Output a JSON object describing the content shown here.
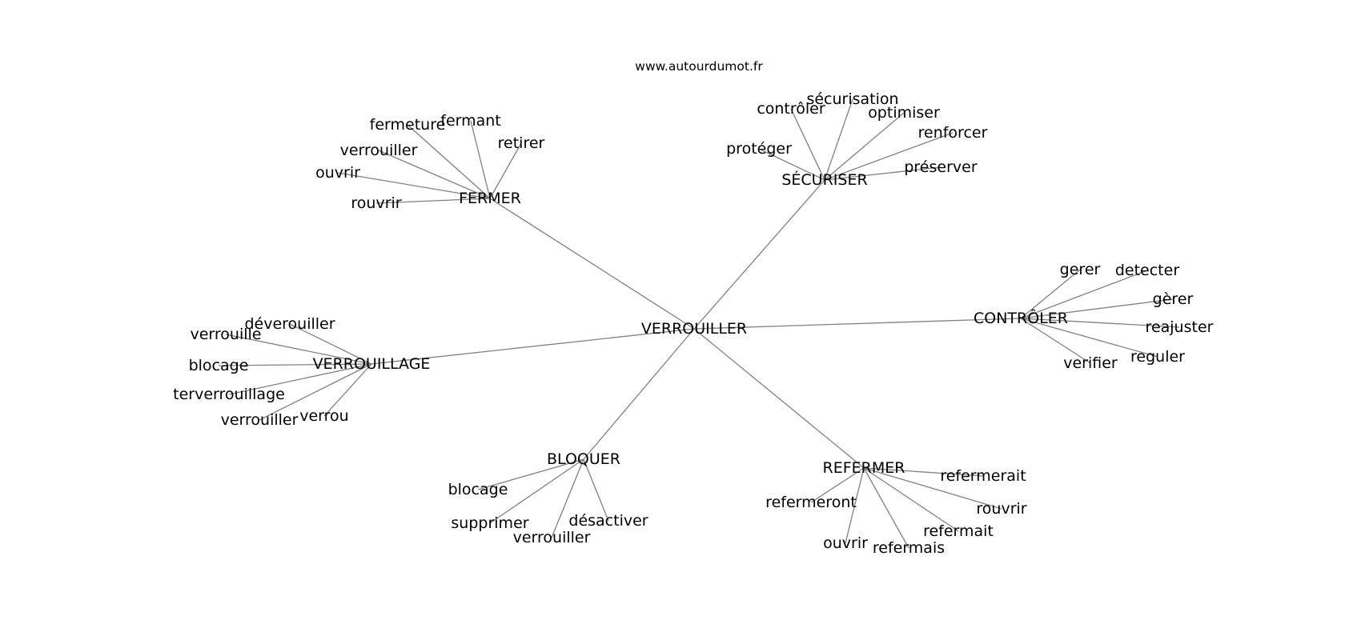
{
  "site": "www.autourdumot.fr",
  "center": "VERROUILLER",
  "groups": [
    {
      "id": "fermer",
      "label": "FERMER",
      "leaves": [
        "fermeture",
        "fermant",
        "retirer",
        "verrouiller",
        "ouvrir",
        "rouvrir"
      ]
    },
    {
      "id": "securiser",
      "label": "SÉCURISER",
      "leaves": [
        "contrôler",
        "sécurisation",
        "optimiser",
        "renforcer",
        "protéger",
        "préserver"
      ]
    },
    {
      "id": "controler",
      "label": "CONTRÔLER",
      "leaves": [
        "gerer",
        "detecter",
        "gèrer",
        "reajuster",
        "reguler",
        "verifier"
      ]
    },
    {
      "id": "refermer",
      "label": "REFERMER",
      "leaves": [
        "refermerait",
        "refermeront",
        "rouvrir",
        "refermait",
        "ouvrir",
        "refermais"
      ]
    },
    {
      "id": "bloquer",
      "label": "BLOQUER",
      "leaves": [
        "blocage",
        "supprimer",
        "désactiver",
        "verrouiller"
      ]
    },
    {
      "id": "verrouillage",
      "label": "VERROUILLAGE",
      "leaves": [
        "déverouiller",
        "verrouille",
        "blocage",
        "terverrouillage",
        "verrouiller",
        "verrou"
      ]
    }
  ]
}
